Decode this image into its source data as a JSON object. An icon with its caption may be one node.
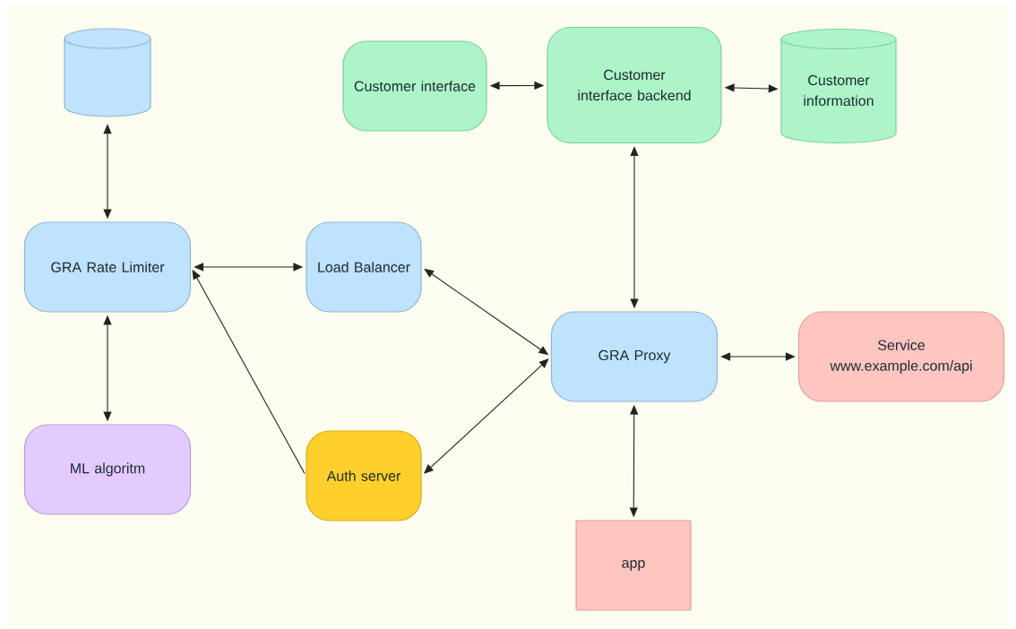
{
  "diagram": {
    "nodes": [
      {
        "text": [],
        "shape": "cylinder"
      },
      {
        "text": [
          "Customer interface"
        ]
      },
      {
        "text": [
          "Customer interface backend"
        ]
      },
      {
        "text": [
          "Customer information"
        ]
      },
      {
        "text": [
          "GRA Rate Limiter"
        ]
      },
      {
        "text": [
          "Load Balancer"
        ]
      },
      {
        "text": [
          "GRA Proxy"
        ]
      },
      {
        "text": [
          "Service",
          "www.example.com/api"
        ]
      },
      {
        "text": [
          "ML algoritm"
        ]
      },
      {
        "text": [
          "Auth server"
        ]
      },
      {
        "text": [
          "app"
        ]
      }
    ],
    "edges": [
      {
        "from": 0,
        "to": 4,
        "arrow": "both"
      },
      {
        "from": 1,
        "to": 2,
        "arrow": "both"
      },
      {
        "from": 2,
        "to": 3,
        "arrow": "both"
      },
      {
        "from": 4,
        "to": 5,
        "arrow": "both"
      },
      {
        "from": 4,
        "to": 8,
        "arrow": "both"
      },
      {
        "from": 9,
        "to": 4,
        "arrow": "to"
      },
      {
        "from": 5,
        "to": 6,
        "arrow": "both"
      },
      {
        "from": 9,
        "to": 6,
        "arrow": "both"
      },
      {
        "from": 2,
        "to": 6,
        "arrow": "both"
      },
      {
        "from": 6,
        "to": 7,
        "arrow": "both"
      },
      {
        "from": 6,
        "to": 10,
        "arrow": "both"
      }
    ]
  }
}
